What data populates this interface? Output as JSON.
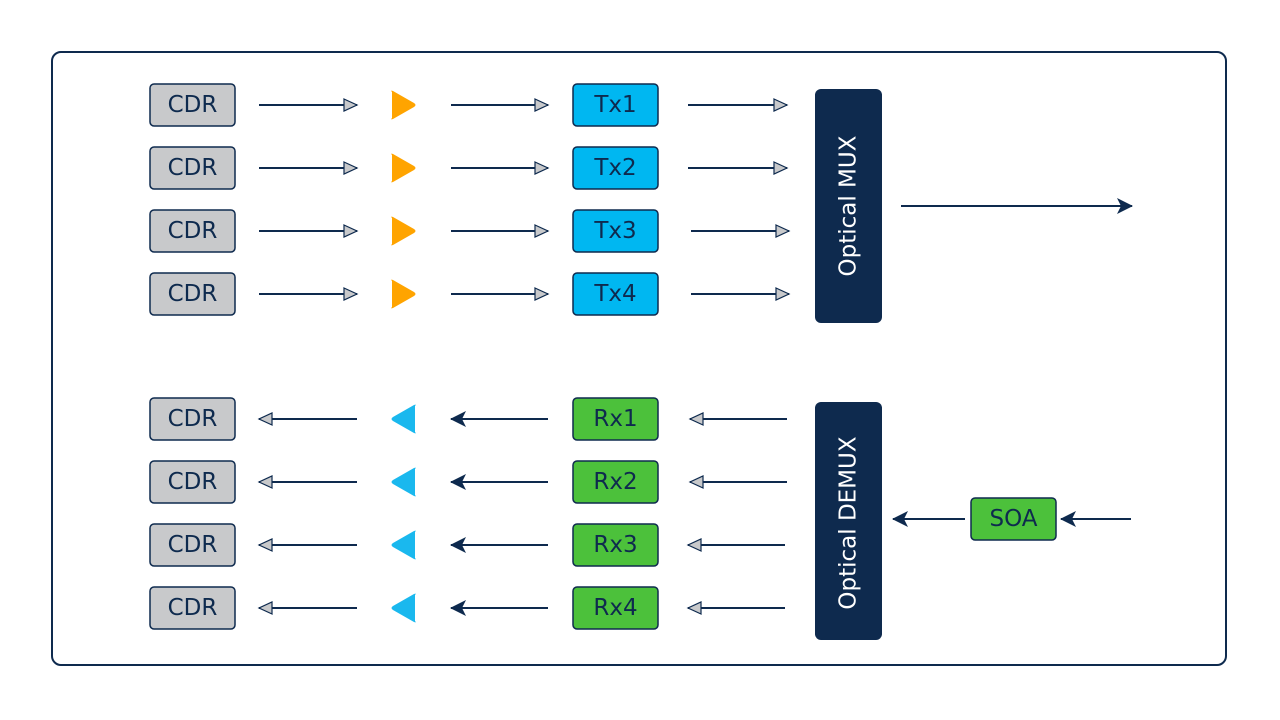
{
  "colors": {
    "navy": "#0e2a4e",
    "cdr_fill": "#c8c9cb",
    "tx_fill": "#00b7f1",
    "rx_fill": "#4cc13b",
    "tx_amp": "#ffa400",
    "rx_amp": "#1ab8ee",
    "open_arrow": "#c8c9cb"
  },
  "transmit": {
    "cdr_labels": [
      "CDR",
      "CDR",
      "CDR",
      "CDR"
    ],
    "tx_labels": [
      "Tx1",
      "Tx2",
      "Tx3",
      "Tx4"
    ],
    "mux_label": "Optical MUX"
  },
  "receive": {
    "cdr_labels": [
      "CDR",
      "CDR",
      "CDR",
      "CDR"
    ],
    "rx_labels": [
      "Rx1",
      "Rx2",
      "Rx3",
      "Rx4"
    ],
    "demux_label": "Optical DEMUX",
    "soa_label": "SOA"
  }
}
